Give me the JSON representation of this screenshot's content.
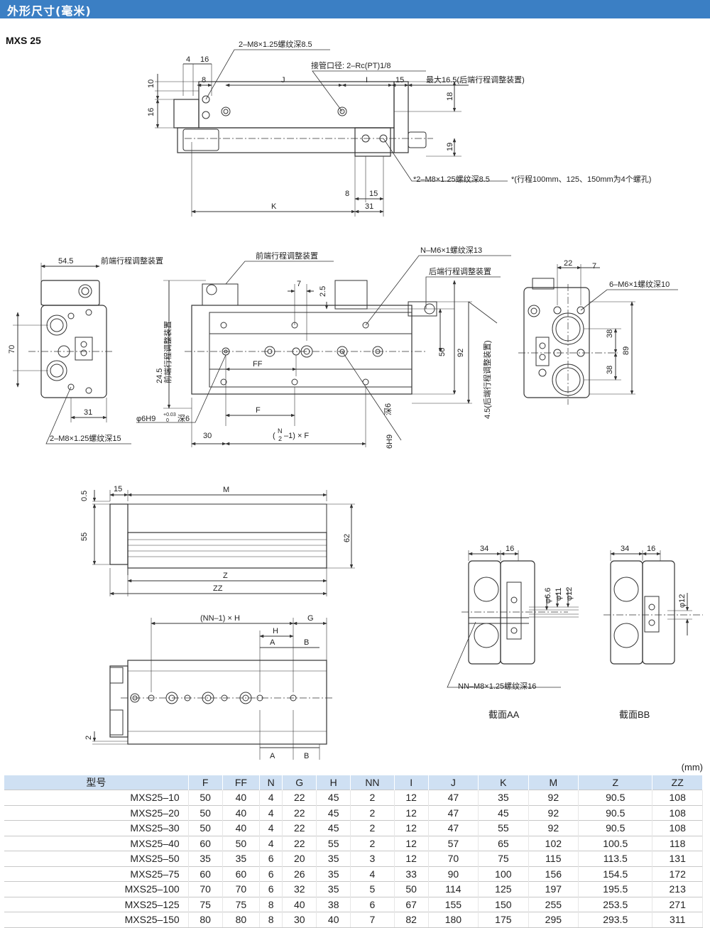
{
  "header": {
    "title": "外形尺寸(毫米)"
  },
  "model": "MXS 25",
  "top_view": {
    "labels": {
      "m8_top": "2–M8×1.25螺纹深8.5",
      "port": "接管口径: 2–Rc(PT)1/8",
      "max": "最大16.5(后端行程调整装置)",
      "m8_bottom": "*2–M8×1.25螺纹深8.5",
      "note": "*(行程100mm、125、150mm为4个螺孔)",
      "d4": "4",
      "d16": "16",
      "d8": "8",
      "dJ": "J",
      "dI": "I",
      "d15": "15",
      "d10": "10",
      "d16v": "16",
      "d18": "18",
      "d19": "19",
      "d8b": "8",
      "d15b": "15",
      "dK": "K",
      "d31": "31"
    }
  },
  "left_view": {
    "labels": {
      "d545": "54.5",
      "front": "前端行程调整装置",
      "d70": "70",
      "d31": "31",
      "m8": "2–M8×1.25螺纹深15"
    }
  },
  "center_view": {
    "labels": {
      "front": "前端行程调整装置",
      "nm6": "N–M6×1螺纹深13",
      "rear": "后端行程调整装置",
      "d7": "7",
      "d25": "2.5",
      "d245": "24.5",
      "front_v": "前端行程调整装置",
      "dFF": "FF",
      "dF": "F",
      "phi": "φ6H9",
      "phi_depth": "深6",
      "tol": "+0.03",
      "tol0": "0",
      "d30": "30",
      "nf_pre": "(",
      "nf_n": "N",
      "nf_2": "2",
      "nf_post": "–1) × F",
      "d56": "56",
      "d92": "92",
      "d45": "4.5(后端行程调整装置)",
      "h9": "6H9",
      "h9_depth": "深6"
    }
  },
  "right_view": {
    "labels": {
      "d22": "22",
      "d7": "7",
      "m6": "6–M6×1螺纹深10",
      "d38a": "38",
      "d38b": "38",
      "d89": "89"
    }
  },
  "side_view": {
    "labels": {
      "d05": "0.5",
      "d15": "15",
      "dM": "M",
      "d55": "55",
      "d62": "62",
      "dZ": "Z",
      "dZZ": "ZZ"
    }
  },
  "bottom_view": {
    "labels": {
      "dNNH": "(NN–1) × H",
      "dH": "H",
      "dG": "G",
      "dA": "A",
      "dB": "B",
      "dA2": "A",
      "dB2": "B",
      "d2": "2"
    }
  },
  "sections": {
    "aa": {
      "d34": "34",
      "d16": "16",
      "d66": "φ6.6",
      "d11": "φ11",
      "d12": "φ12",
      "nn": "NN–M8×1.25螺纹深16",
      "caption": "截面AA"
    },
    "bb": {
      "d34": "34",
      "d16": "16",
      "d12": "φ12",
      "caption": "截面BB"
    }
  },
  "table": {
    "unit": "(mm)",
    "headers": [
      "型号",
      "F",
      "FF",
      "N",
      "G",
      "H",
      "NN",
      "I",
      "J",
      "K",
      "M",
      "Z",
      "ZZ"
    ],
    "rows": [
      [
        "MXS25–10",
        "50",
        "40",
        "4",
        "22",
        "45",
        "2",
        "12",
        "47",
        "35",
        "92",
        "90.5",
        "108"
      ],
      [
        "MXS25–20",
        "50",
        "40",
        "4",
        "22",
        "45",
        "2",
        "12",
        "47",
        "45",
        "92",
        "90.5",
        "108"
      ],
      [
        "MXS25–30",
        "50",
        "40",
        "4",
        "22",
        "45",
        "2",
        "12",
        "47",
        "55",
        "92",
        "90.5",
        "108"
      ],
      [
        "MXS25–40",
        "60",
        "50",
        "4",
        "22",
        "55",
        "2",
        "12",
        "57",
        "65",
        "102",
        "100.5",
        "118"
      ],
      [
        "MXS25–50",
        "35",
        "35",
        "6",
        "20",
        "35",
        "3",
        "12",
        "70",
        "75",
        "115",
        "113.5",
        "131"
      ],
      [
        "MXS25–75",
        "60",
        "60",
        "6",
        "26",
        "35",
        "4",
        "33",
        "90",
        "100",
        "156",
        "154.5",
        "172"
      ],
      [
        "MXS25–100",
        "70",
        "70",
        "6",
        "32",
        "35",
        "5",
        "50",
        "114",
        "125",
        "197",
        "195.5",
        "213"
      ],
      [
        "MXS25–125",
        "75",
        "75",
        "8",
        "40",
        "38",
        "6",
        "67",
        "155",
        "150",
        "255",
        "253.5",
        "271"
      ],
      [
        "MXS25–150",
        "80",
        "80",
        "8",
        "30",
        "40",
        "7",
        "82",
        "180",
        "175",
        "295",
        "293.5",
        "311"
      ]
    ]
  }
}
